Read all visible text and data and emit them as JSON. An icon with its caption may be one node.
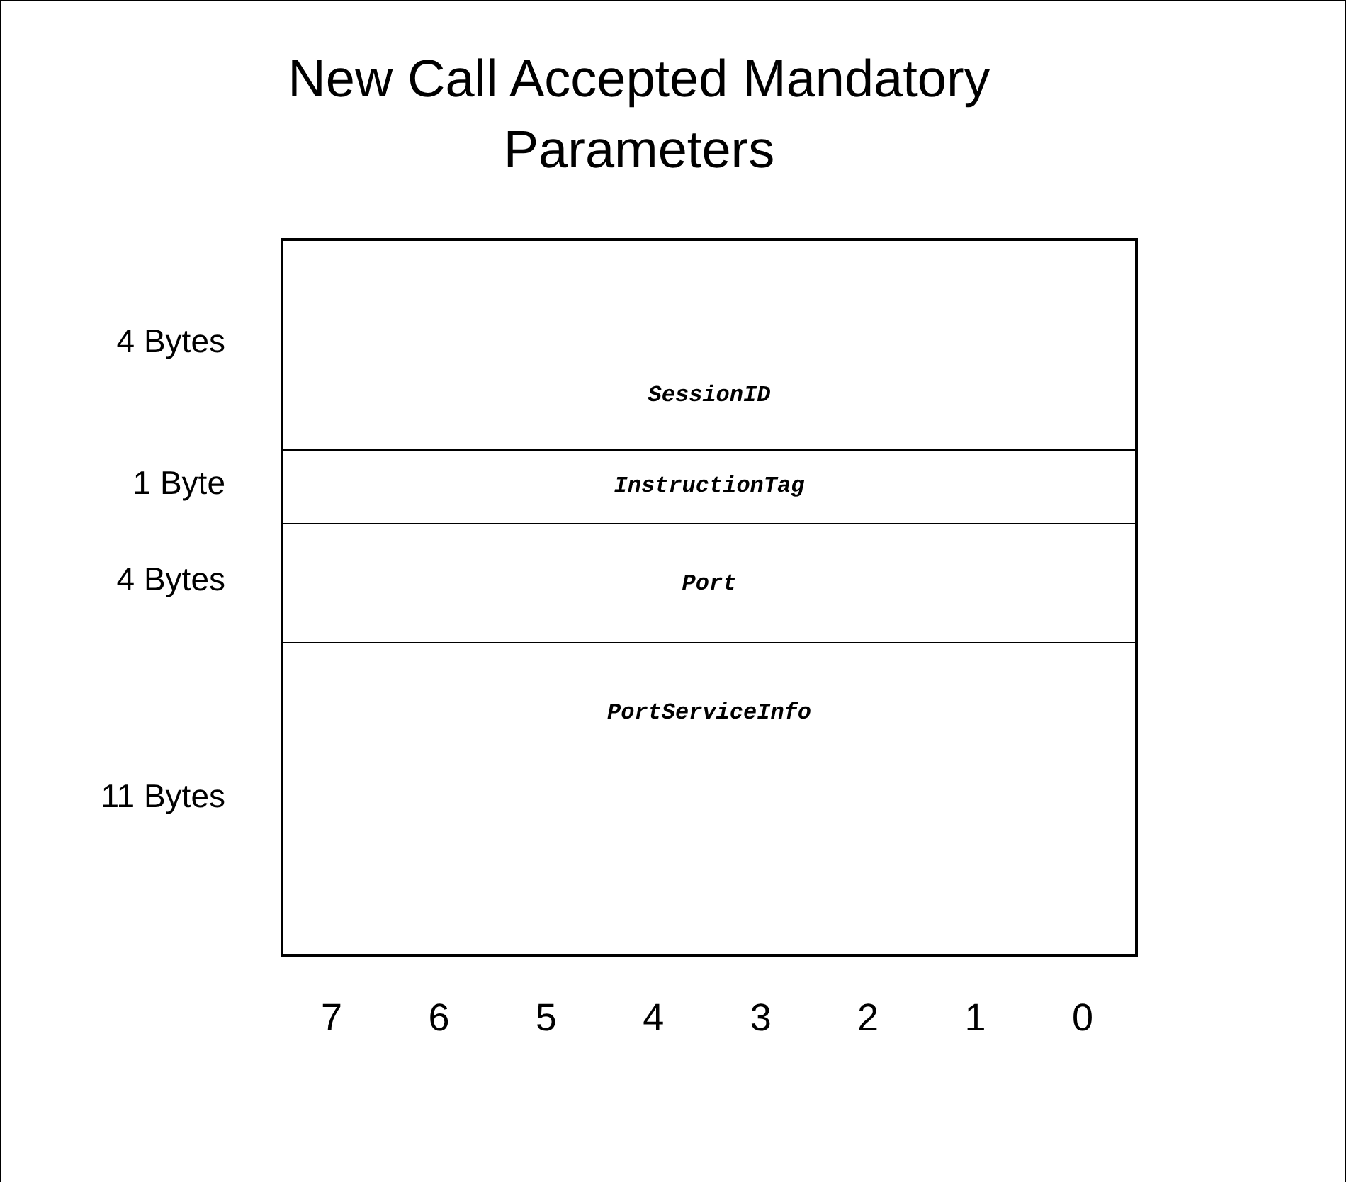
{
  "diagram": {
    "title": "New Call Accepted Mandatory Parameters",
    "nodes": [
      {
        "text": [
          "SessionID"
        ]
      },
      {
        "text": [
          "InstructionTag"
        ]
      },
      {
        "text": [
          "Port"
        ]
      },
      {
        "text": [
          "PortServiceInfo"
        ]
      }
    ],
    "labels": [
      "4 Bytes",
      "1 Byte",
      "4 Bytes",
      "11 Bytes",
      "7",
      "6",
      "5",
      "4",
      "3",
      "2",
      "1",
      "0"
    ]
  }
}
